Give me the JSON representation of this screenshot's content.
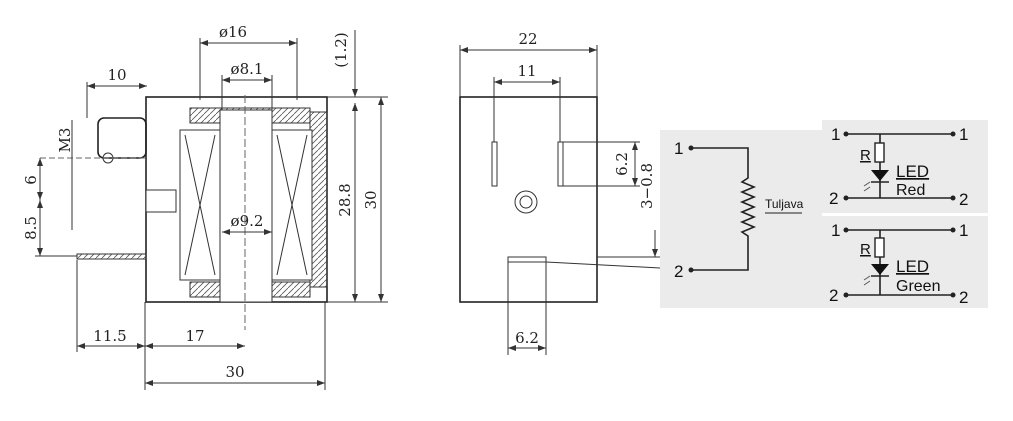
{
  "side_view": {
    "dims": {
      "d16": "ø16",
      "d81": "ø8.1",
      "d92": "ø9.2",
      "ten": "10",
      "m3": "M3",
      "six": "6",
      "eight5": "8.5",
      "one2": "(1.2)",
      "h288": "28.8",
      "h30": "30",
      "w115": "11.5",
      "w17": "17",
      "w30": "30"
    }
  },
  "front_view": {
    "dims": {
      "w22": "22",
      "w11": "11",
      "h62": "6.2",
      "gap": "3−0.8",
      "b62": "6.2"
    }
  },
  "circuit": {
    "coil": {
      "pin1": "1",
      "pin2": "2",
      "label": "Tuljava"
    },
    "red": {
      "in1": "1",
      "out1": "1",
      "in2": "2",
      "out2": "2",
      "r": "R",
      "led": "LED",
      "color": "Red"
    },
    "green": {
      "in1": "1",
      "out1": "1",
      "in2": "2",
      "out2": "2",
      "r": "R",
      "led": "LED",
      "color": "Green"
    },
    "panel_color": "#ebebeb"
  }
}
